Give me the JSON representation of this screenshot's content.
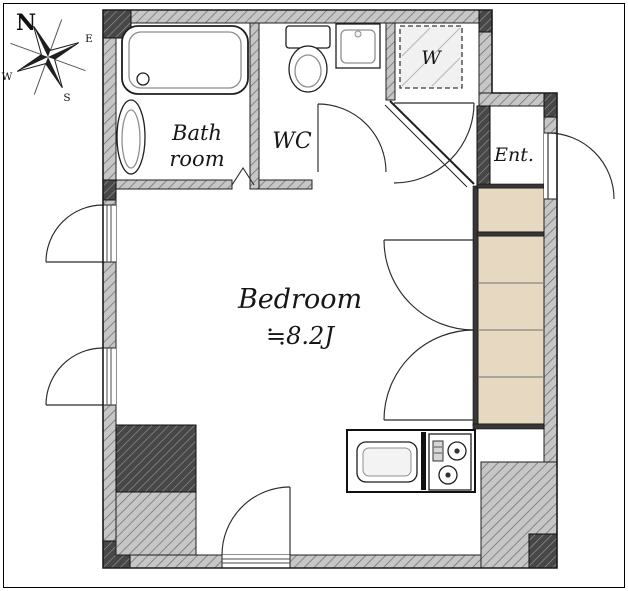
{
  "compass": {
    "north": "N",
    "east": "E",
    "south": "S",
    "west": "W"
  },
  "rooms": {
    "bathroom": {
      "line1": "Bath",
      "line2": "room"
    },
    "wc": {
      "label": "WC"
    },
    "washer": {
      "label": "W"
    },
    "entrance": {
      "label": "Ent."
    },
    "bedroom": {
      "name": "Bedroom",
      "area": "≒8.2J"
    }
  },
  "colors": {
    "floor": "#ffffff",
    "wall_fill": "#c6c6c6",
    "wall_hatch": "#6e6e6e",
    "wall_dark_fill": "#474747",
    "wall_dark_hatch": "#9b9b9b",
    "closet_fill": "#e7d9c1",
    "line": "#1f1f1f"
  }
}
